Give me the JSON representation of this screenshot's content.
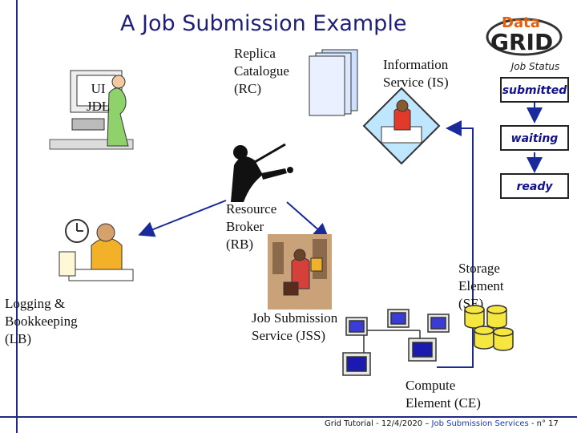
{
  "title": "A Job Submission Example",
  "logo": {
    "top": "Data",
    "bottom": "GRID"
  },
  "ui_box": {
    "line1": "UI",
    "line2": "JDL"
  },
  "replica": {
    "line1": "Replica",
    "line2": "Catalogue",
    "line3": "(RC)"
  },
  "info": {
    "line1": "Information",
    "line2": "Service (IS)"
  },
  "job_status": {
    "label": "Job Status",
    "states": [
      "submitted",
      "waiting",
      "ready"
    ]
  },
  "broker": {
    "line1": "Resource",
    "line2": "Broker",
    "line3": "(RB)"
  },
  "logging": {
    "line1": "Logging &",
    "line2": "Bookkeeping",
    "line3": "(LB)"
  },
  "jss": {
    "line1": "Job Submission",
    "line2": "Service (JSS)"
  },
  "storage": {
    "line1": "Storage",
    "line2": "Element",
    "line3": "(SE)"
  },
  "compute": {
    "line1": "Compute",
    "line2": "Element (CE)"
  },
  "footer": {
    "prefix": "Grid Tutorial - 12/4/2020 – ",
    "link": "Job Submission Services",
    "suffix": " - n° 17"
  }
}
